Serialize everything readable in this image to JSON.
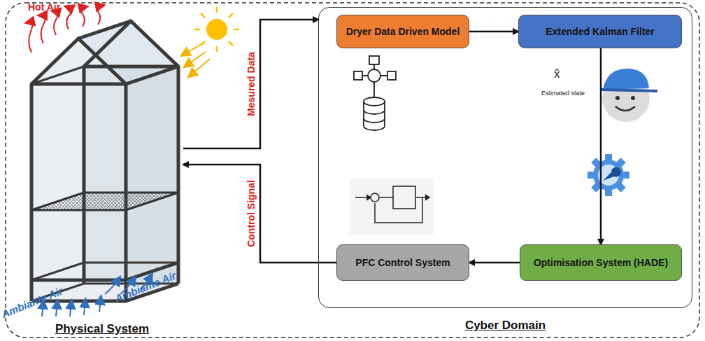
{
  "diagram": {
    "nodes": [
      {
        "text": [
          "Physical System"
        ]
      },
      {
        "text": [
          "Cyber Domain"
        ]
      },
      {
        "text": [
          "Dryer Data Driven Model"
        ],
        "in": 1
      },
      {
        "text": [
          "Extended Kalman Filter"
        ],
        "in": 1
      },
      {
        "text": [
          "Optimisation System (HADE)"
        ],
        "in": 1
      },
      {
        "text": [
          "PFC Control System"
        ],
        "in": 1
      }
    ],
    "edges": [
      {
        "from": 0,
        "to": 1,
        "label": "Mesured Data",
        "arrow": "to"
      },
      {
        "from": 2,
        "to": 3,
        "arrow": "to"
      },
      {
        "from": 3,
        "to": 4,
        "arrow": "to"
      },
      {
        "from": 4,
        "to": 5,
        "arrow": "to"
      },
      {
        "from": 5,
        "to": 0,
        "label": "Control Signal",
        "arrow": "to"
      }
    ],
    "labels": [
      "Hot Air",
      "Ambiante Air",
      "Ambiante Air",
      "x̂",
      "Estimated state"
    ]
  }
}
